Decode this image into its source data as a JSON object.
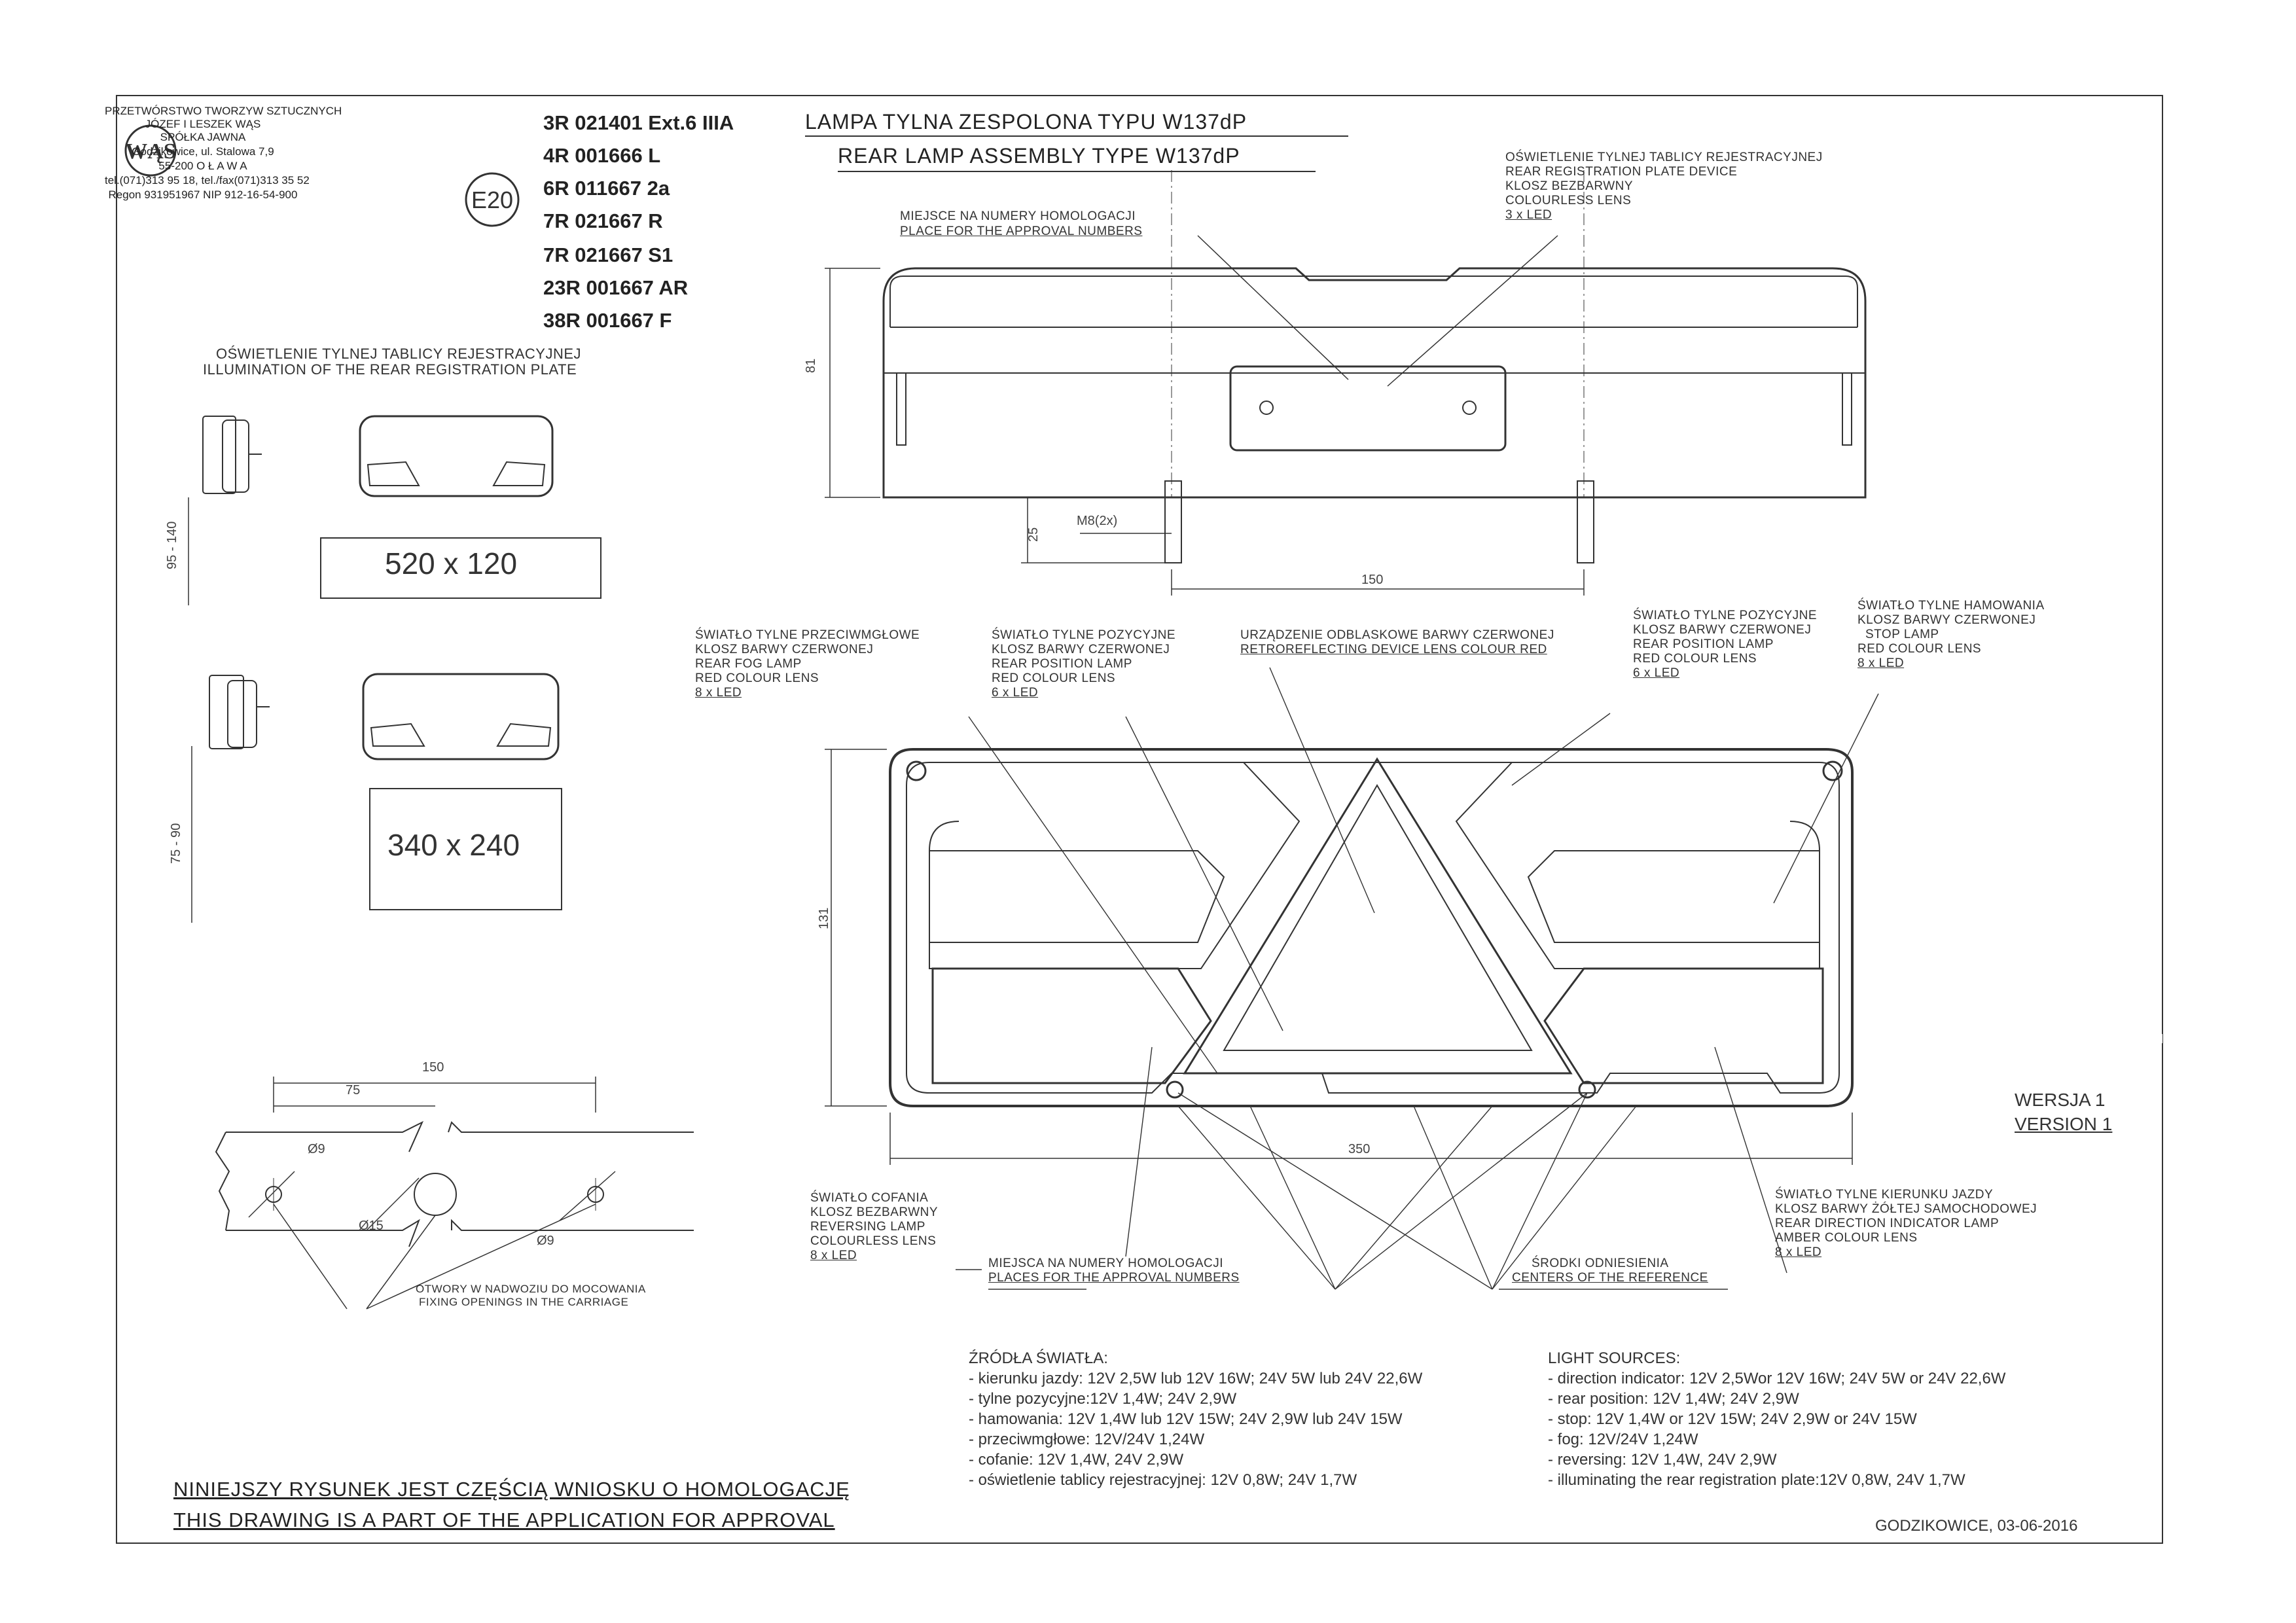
{
  "company": {
    "lines": [
      "PRZETWÓRSTWO TWORZYW SZTUCZNYCH",
      "JÓZEF I LESZEK WĄS",
      "SPÓŁKA JAWNA",
      "Godzikowice, ul. Stalowa 7,9",
      "55-200  O Ł A W A",
      "tel.(071)313 95 18, tel./fax(071)313 35 52",
      "Regon 931951967 NIP 912-16-54-900"
    ],
    "logo_text": "WĄS",
    "mark": "E20"
  },
  "approval_numbers": [
    "3R 021401 Ext.6 IIIA",
    "4R 001666 L",
    "6R 011667 2a",
    "7R 021667 R",
    "7R 021667 S1",
    "23R 001667 AR",
    "38R 001667 F"
  ],
  "title": {
    "pl": "LAMPA TYLNA ZESPOLONA TYPU W137dP",
    "en": "REAR LAMP ASSEMBLY TYPE W137dP"
  },
  "plate_illumination": {
    "pl": "OŚWIETLENIE TYLNEJ TABLICY REJESTRACYJNEJ",
    "en": "ILLUMINATION OF THE REAR REGISTRATION PLATE",
    "plate_1": "520 x 120",
    "range_1": "95 - 140",
    "plate_2": "340 x 240",
    "range_2": "75 - 90"
  },
  "mounting": {
    "dims": [
      "150",
      "75",
      "Ø9",
      "Ø15",
      "Ø9"
    ],
    "label_pl": "OTWORY W NADWOZIU DO MOCOWANIA",
    "label_en": "FIXING OPENINGS IN THE CARRIAGE"
  },
  "top_view": {
    "approval_place": [
      "MIEJSCE NA NUMERY HOMOLOGACJI",
      "PLACE FOR THE APPROVAL NUMBERS"
    ],
    "plate_device": [
      "OŚWIETLENIE TYLNEJ TABLICY REJESTRACYJNEJ",
      "REAR REGISTRATION PLATE DEVICE",
      "KLOSZ BEZBARWNY",
      "COLOURLESS LENS",
      "3 x LED"
    ],
    "height": "81",
    "thread": "M8(2x)",
    "stud": "25",
    "spacing": "150"
  },
  "front_view": {
    "fog": [
      "ŚWIATŁO TYLNE PRZECIWMGŁOWE",
      "KLOSZ BARWY CZERWONEJ",
      "REAR FOG LAMP",
      "RED COLOUR LENS",
      "8 x LED"
    ],
    "position_left": [
      "ŚWIATŁO TYLNE POZYCYJNE",
      "KLOSZ BARWY CZERWONEJ",
      "REAR POSITION LAMP",
      "RED COLOUR LENS",
      "6 x LED"
    ],
    "retro": [
      "URZĄDZENIE ODBLASKOWE BARWY CZERWONEJ",
      "RETROREFLECTING DEVICE LENS COLOUR RED"
    ],
    "position_right": [
      "ŚWIATŁO TYLNE POZYCYJNE",
      "KLOSZ BARWY CZERWONEJ",
      "REAR POSITION LAMP",
      "RED COLOUR LENS",
      "6 x LED"
    ],
    "stop": [
      "ŚWIATŁO TYLNE  HAMOWANIA",
      "KLOSZ BARWY CZERWONEJ",
      "STOP LAMP",
      "RED COLOUR LENS",
      "8 x LED"
    ],
    "reversing": [
      "ŚWIATŁO COFANIA",
      "KLOSZ BEZBARWNY",
      "REVERSING LAMP",
      "COLOURLESS LENS",
      "8 x LED"
    ],
    "approval_places": [
      "MIEJSCA NA NUMERY HOMOLOGACJI",
      "PLACES FOR THE APPROVAL NUMBERS"
    ],
    "reference": [
      "ŚRODKI ODNIESIENIA",
      "CENTERS OF THE REFERENCE"
    ],
    "indicator": [
      "ŚWIATŁO TYLNE KIERUNKU JAZDY",
      "KLOSZ BARWY ŻÓŁTEJ SAMOCHODOWEJ",
      "REAR DIRECTION INDICATOR LAMP",
      "AMBER COLOUR LENS",
      "8 x LED"
    ],
    "height": "131",
    "width": "350"
  },
  "version": {
    "pl": "WERSJA 1",
    "en": "VERSION 1"
  },
  "light_sources_pl": {
    "heading": "ŹRÓDŁA ŚWIATŁA:",
    "items": [
      "- kierunku jazdy: 12V 2,5W lub 12V 16W; 24V 5W lub 24V 22,6W",
      "- tylne pozycyjne:12V 1,4W;   24V 2,9W",
      "- hamowania: 12V 1,4W lub 12V 15W; 24V 2,9W lub 24V 15W",
      "- przeciwmgłowe: 12V/24V 1,24W",
      "- cofanie:  12V 1,4W, 24V 2,9W",
      "- oświetlenie tablicy rejestracyjnej: 12V 0,8W;  24V 1,7W"
    ]
  },
  "light_sources_en": {
    "heading": "LIGHT SOURCES:",
    "items": [
      "- direction indicator: 12V 2,5Wor 12V 16W; 24V 5W or 24V 22,6W",
      "- rear position: 12V 1,4W;   24V 2,9W",
      "- stop: 12V 1,4W or 12V 15W; 24V 2,9W or 24V 15W",
      "- fog: 12V/24V 1,24W",
      "- reversing: 12V 1,4W, 24V 2,9W",
      "- illuminating the rear registration plate:12V 0,8W,  24V 1,7W"
    ]
  },
  "note": {
    "pl": "NINIEJSZY RYSUNEK JEST CZĘŚCIĄ  WNIOSKU O  HOMOLOGACJĘ",
    "en": "THIS DRAWING IS A PART OF THE APPLICATION FOR  APPROVAL"
  },
  "place_date": "GODZIKOWICE, 03-06-2016"
}
